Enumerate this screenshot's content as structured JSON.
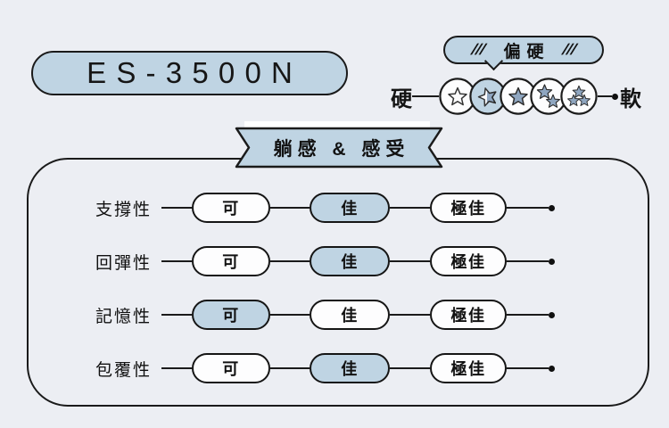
{
  "product": {
    "model": "ES-3500N"
  },
  "hardness_scale": {
    "bubble_label": "偏硬",
    "hatch_decoration": "///",
    "hard_label": "硬",
    "soft_label": "軟",
    "selected_level": 2,
    "total_levels": 5
  },
  "banner": {
    "title": "躺感 & 感受"
  },
  "feel_panel": {
    "options": [
      "可",
      "佳",
      "極佳"
    ],
    "rows": [
      {
        "label": "支撐性",
        "selected_index": 1
      },
      {
        "label": "回彈性",
        "selected_index": 1
      },
      {
        "label": "記憶性",
        "selected_index": 0
      },
      {
        "label": "包覆性",
        "selected_index": 1
      }
    ]
  },
  "colors": {
    "background": "#eceef3",
    "accent": "#bfd4e3",
    "star_fill": "#8fa6c0",
    "line": "#1a1a1a"
  }
}
